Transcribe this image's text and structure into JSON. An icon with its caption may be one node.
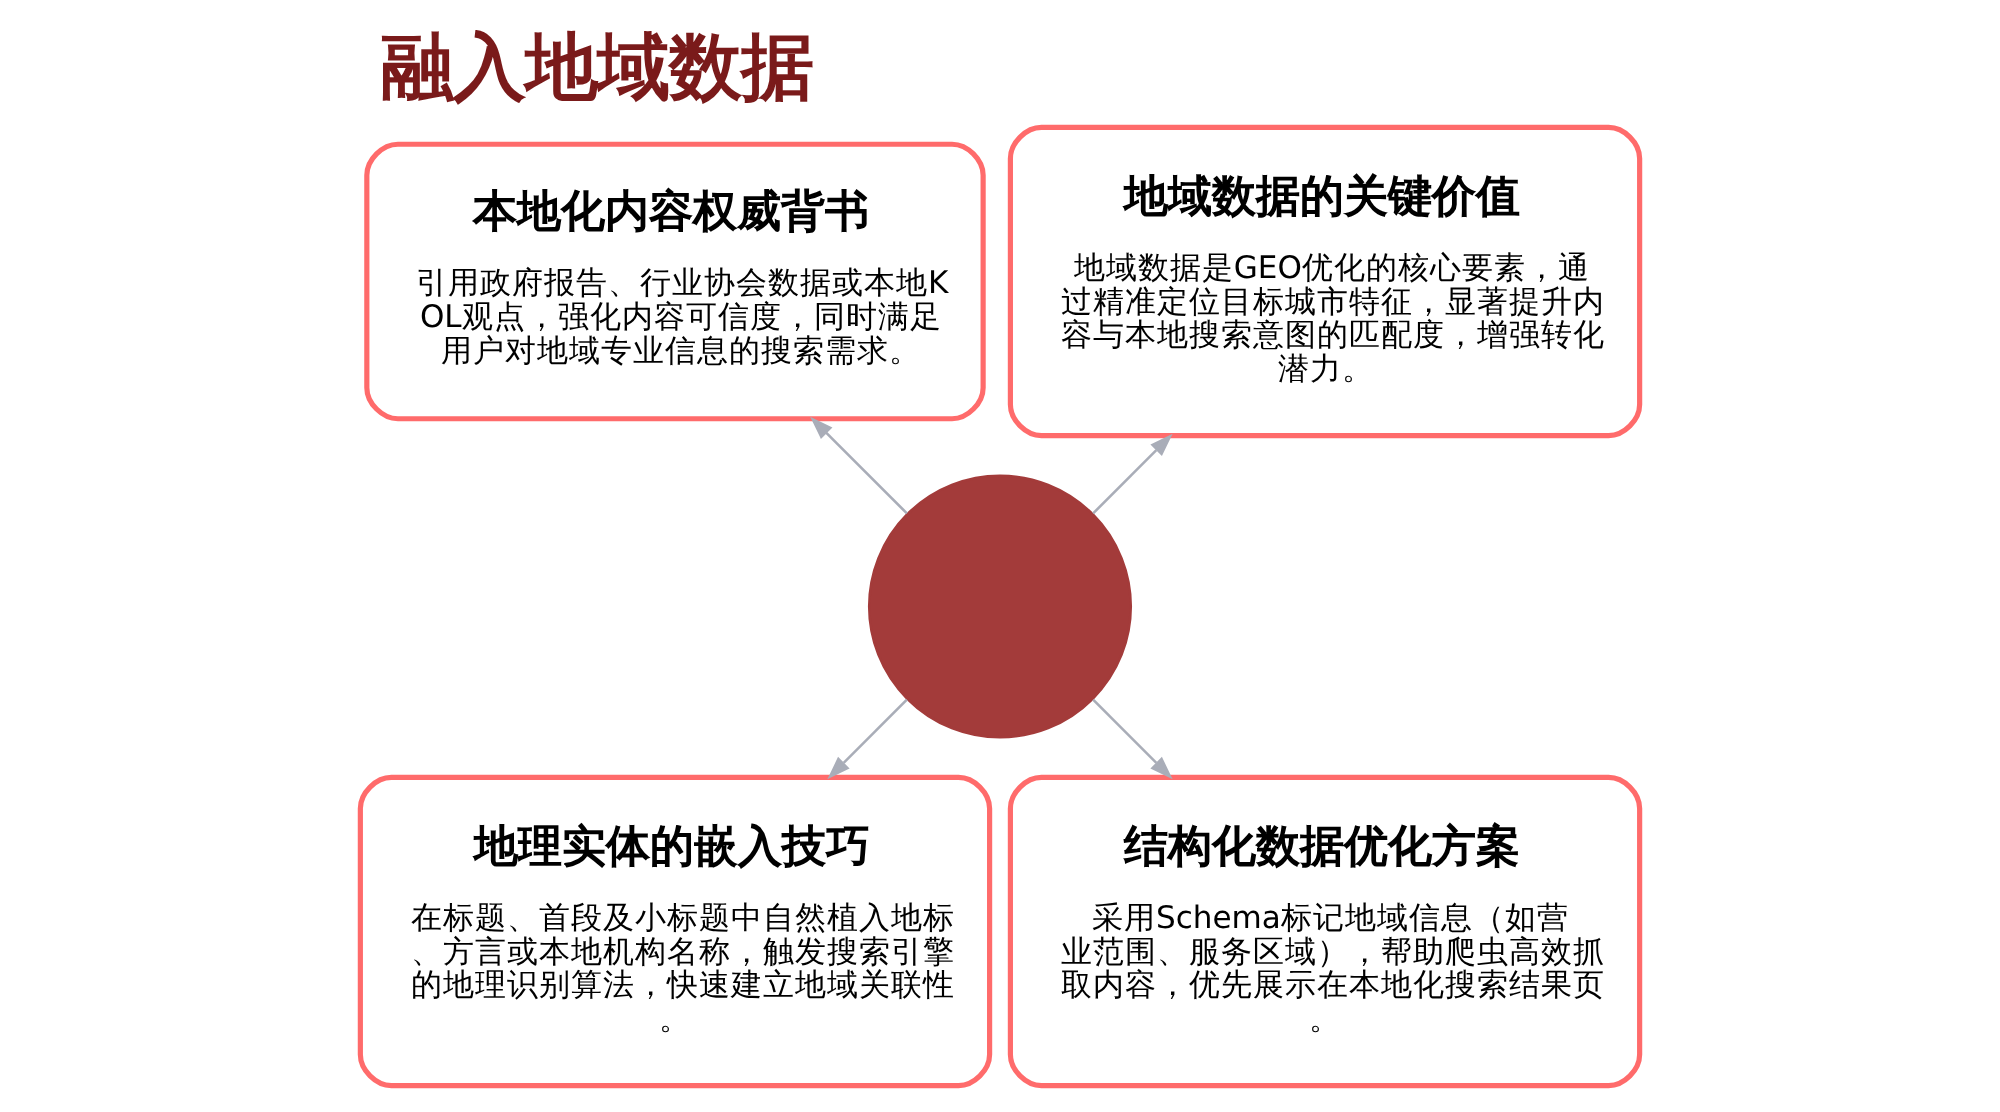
{
  "diagram": {
    "title": "融入地域数据",
    "nodes": [
      {
        "text": [],
        "shape": "circle"
      },
      {
        "text": [
          "地域数据的关键价值",
          "地域数据是GEO优化的核心要素，通过精准定位目标城市特征，显著提升内容与本地搜索意图的匹配度，增强转化潜力。"
        ]
      },
      {
        "text": [
          "本地化内容权威背书",
          "引用政府报告、行业协会数据或本地KOL观点，强化内容可信度，同时满足用户对地域专业信息的搜索需求。"
        ]
      },
      {
        "text": [
          "地理实体的嵌入技巧",
          "在标题、首段及小标题中自然植入地标、方言或本地机构名称，触发搜索引擎的地理识别算法，快速建立地域关联性。"
        ]
      },
      {
        "text": [
          "结构化数据优化方案",
          "采用Schema标记地域信息（如营业范围、服务区域），帮助爬虫高效抓取内容，优先展示在本地化搜索结果页。"
        ]
      }
    ],
    "edges": [
      {
        "from": 0,
        "to": 1,
        "arrow": "to"
      },
      {
        "from": 0,
        "to": 2,
        "arrow": "to"
      },
      {
        "from": 0,
        "to": 3,
        "arrow": "to"
      },
      {
        "from": 0,
        "to": 4,
        "arrow": "to"
      }
    ]
  }
}
